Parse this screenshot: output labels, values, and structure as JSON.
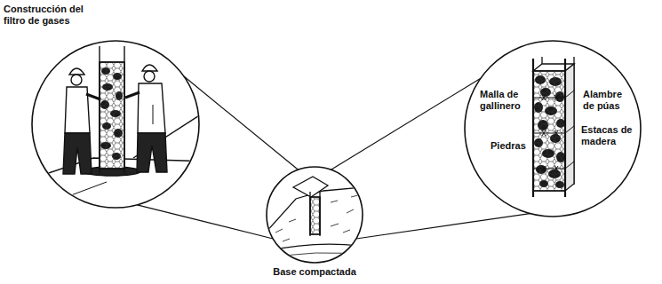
{
  "diagram": {
    "nodes": [
      {
        "text": [
          "Construcción del filtro de gases"
        ]
      },
      {
        "text": [
          "Base compactada"
        ]
      },
      {
        "text": [
          "Alambre de púas",
          "Malla de gallinero",
          "Estacas de madera",
          "Piedras"
        ]
      }
    ],
    "edges": [
      {
        "from": 1,
        "to": 0,
        "arrow": "none"
      },
      {
        "from": 1,
        "to": 0,
        "arrow": "none"
      },
      {
        "from": 1,
        "to": 2,
        "arrow": "none"
      },
      {
        "from": 1,
        "to": 2,
        "arrow": "none"
      }
    ]
  }
}
